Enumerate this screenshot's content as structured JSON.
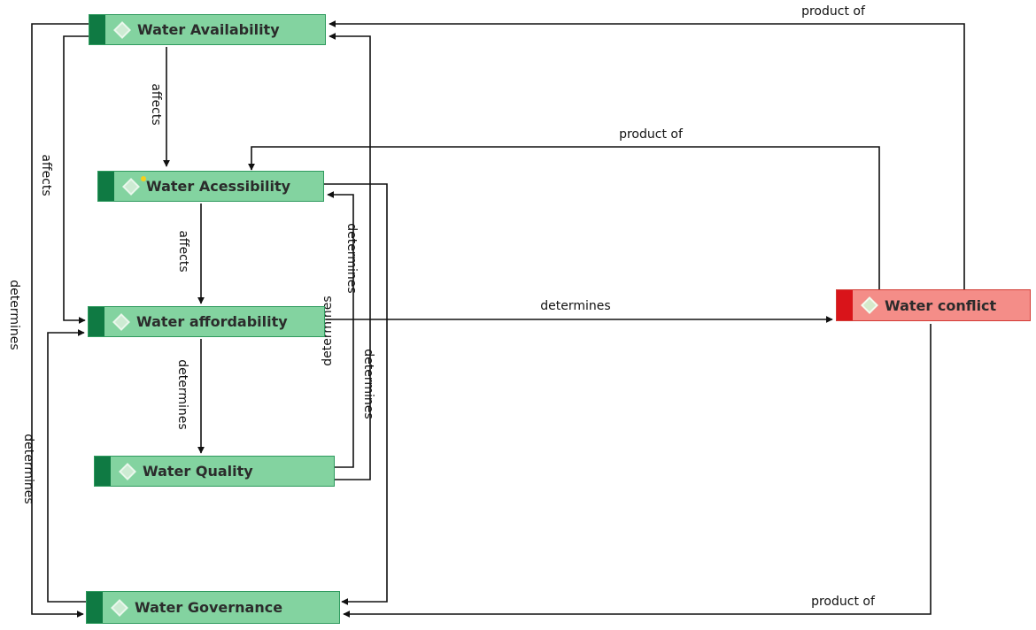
{
  "nodes": {
    "availability": {
      "label": "Water Availability",
      "color": "#83d3a0"
    },
    "accessibility": {
      "label": "Water Acessibility",
      "color": "#83d3a0"
    },
    "affordability": {
      "label": "Water affordability",
      "color": "#83d3a0"
    },
    "quality": {
      "label": "Water Quality",
      "color": "#83d3a0"
    },
    "governance": {
      "label": "Water Governance",
      "color": "#83d3a0"
    },
    "conflict": {
      "label": "Water conflict",
      "color": "#f48d88"
    }
  },
  "edges": [
    {
      "from": "availability",
      "to": "accessibility",
      "label": "affects"
    },
    {
      "from": "availability",
      "to": "affordability",
      "label": "affects"
    },
    {
      "from": "availability",
      "to": "governance",
      "label": "determines"
    },
    {
      "from": "accessibility",
      "to": "affordability",
      "label": "affects"
    },
    {
      "from": "accessibility",
      "to": "governance",
      "label": ""
    },
    {
      "from": "affordability",
      "to": "quality",
      "label": "determines"
    },
    {
      "from": "affordability",
      "to": "conflict",
      "label": "determines"
    },
    {
      "from": "affordability",
      "to": "accessibility",
      "label": "determines"
    },
    {
      "from": "quality",
      "to": "accessibility",
      "label": "determines"
    },
    {
      "from": "quality",
      "to": "availability",
      "label": "determines"
    },
    {
      "from": "governance",
      "to": "affordability",
      "label": "determines"
    },
    {
      "from": "conflict",
      "to": "availability",
      "label": "product of"
    },
    {
      "from": "conflict",
      "to": "accessibility",
      "label": "product of"
    },
    {
      "from": "conflict",
      "to": "governance",
      "label": "product of"
    }
  ]
}
